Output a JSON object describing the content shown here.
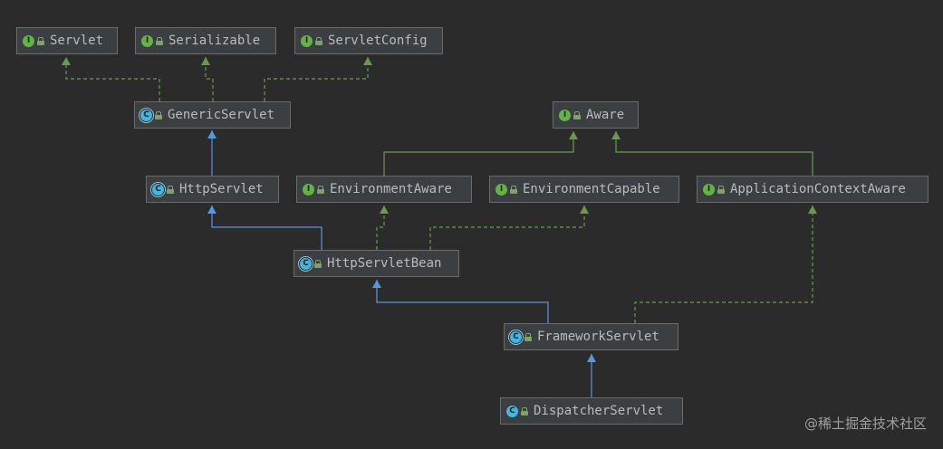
{
  "nodes": {
    "servlet": {
      "label": "Servlet",
      "kind": "interface",
      "icon": "interface-icon"
    },
    "serializable": {
      "label": "Serializable",
      "kind": "interface",
      "icon": "interface-icon"
    },
    "servlet_config": {
      "label": "ServletConfig",
      "kind": "interface",
      "icon": "interface-icon"
    },
    "generic_servlet": {
      "label": "GenericServlet",
      "kind": "abstract-class",
      "icon": "abstract-class-icon"
    },
    "aware": {
      "label": "Aware",
      "kind": "interface",
      "icon": "interface-icon"
    },
    "http_servlet": {
      "label": "HttpServlet",
      "kind": "abstract-class",
      "icon": "abstract-class-icon"
    },
    "environment_aware": {
      "label": "EnvironmentAware",
      "kind": "interface",
      "icon": "interface-icon"
    },
    "environment_capable": {
      "label": "EnvironmentCapable",
      "kind": "interface",
      "icon": "interface-icon"
    },
    "application_context_aware": {
      "label": "ApplicationContextAware",
      "kind": "interface",
      "icon": "interface-icon"
    },
    "http_servlet_bean": {
      "label": "HttpServletBean",
      "kind": "abstract-class",
      "icon": "abstract-class-icon"
    },
    "framework_servlet": {
      "label": "FrameworkServlet",
      "kind": "abstract-class",
      "icon": "abstract-class-icon"
    },
    "dispatcher_servlet": {
      "label": "DispatcherServlet",
      "kind": "class",
      "icon": "class-icon"
    }
  },
  "edges": [
    {
      "from": "generic_servlet",
      "to": "servlet",
      "type": "implements"
    },
    {
      "from": "generic_servlet",
      "to": "serializable",
      "type": "implements"
    },
    {
      "from": "generic_servlet",
      "to": "servlet_config",
      "type": "implements"
    },
    {
      "from": "http_servlet",
      "to": "generic_servlet",
      "type": "extends"
    },
    {
      "from": "environment_aware",
      "to": "aware",
      "type": "extends-interface"
    },
    {
      "from": "application_context_aware",
      "to": "aware",
      "type": "extends-interface"
    },
    {
      "from": "http_servlet_bean",
      "to": "http_servlet",
      "type": "extends"
    },
    {
      "from": "http_servlet_bean",
      "to": "environment_aware",
      "type": "implements"
    },
    {
      "from": "http_servlet_bean",
      "to": "environment_capable",
      "type": "implements"
    },
    {
      "from": "framework_servlet",
      "to": "http_servlet_bean",
      "type": "extends"
    },
    {
      "from": "framework_servlet",
      "to": "application_context_aware",
      "type": "implements"
    },
    {
      "from": "dispatcher_servlet",
      "to": "framework_servlet",
      "type": "extends"
    }
  ],
  "colors": {
    "background": "#2b2b2b",
    "extends": "#5796e0",
    "implements": "#6a9a4e",
    "interface_badge": "#62b543",
    "class_badge": "#40b6e0"
  },
  "watermark": "@稀土掘金技术社区"
}
